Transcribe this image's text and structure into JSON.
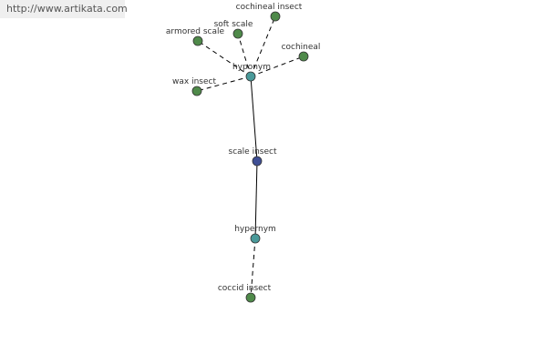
{
  "watermark": {
    "text": "http://www.artikata.com"
  },
  "colors": {
    "leaf": "#4f8a4a",
    "relation": "#4a9a9a",
    "center": "#3f4f95"
  },
  "graph": {
    "center": {
      "label": "scale insect"
    },
    "hyponym": {
      "label": "hyponym",
      "children": [
        {
          "label": "armored scale"
        },
        {
          "label": "soft scale"
        },
        {
          "label": "cochineal insect"
        },
        {
          "label": "cochineal"
        },
        {
          "label": "wax insect"
        }
      ]
    },
    "hypernym": {
      "label": "hypernym",
      "children": [
        {
          "label": "coccid insect"
        }
      ]
    }
  }
}
